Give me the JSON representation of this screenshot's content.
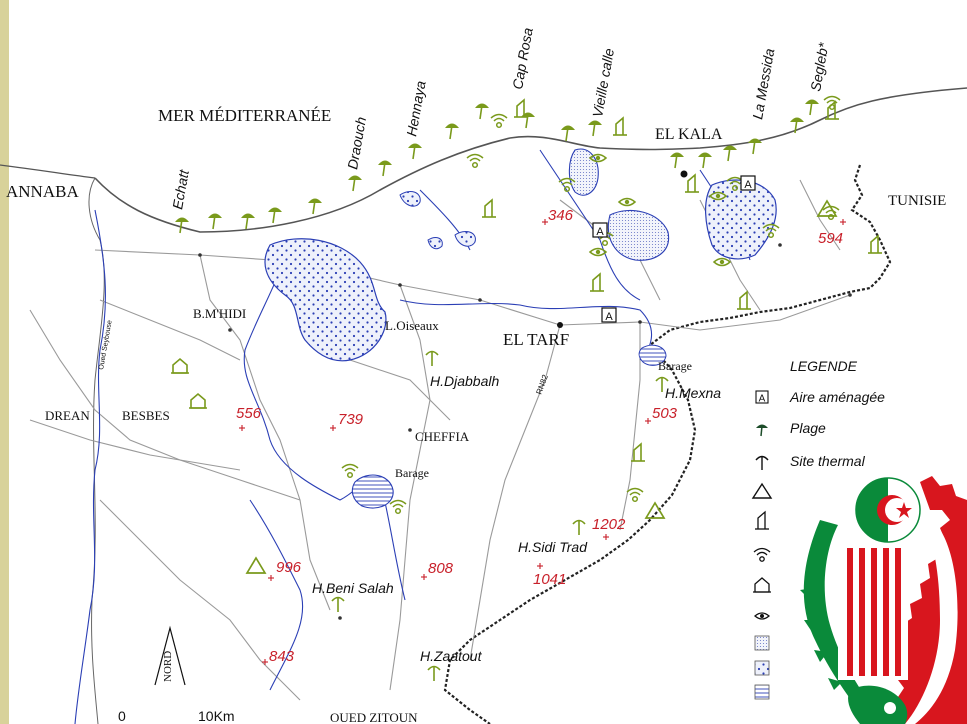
{
  "map": {
    "sea_label": "MER MÉDITERRANÉE",
    "cities": [
      {
        "id": "annaba",
        "name": "ANNABA"
      },
      {
        "id": "el-kala",
        "name": "EL KALA"
      },
      {
        "id": "tunisie",
        "name": "TUNISIE"
      },
      {
        "id": "el-tarf",
        "name": "EL TARF"
      },
      {
        "id": "bmhidi",
        "name": "B.M'HIDI"
      },
      {
        "id": "loiseaux",
        "name": "L.Oiseaux"
      },
      {
        "id": "drean",
        "name": "DREAN"
      },
      {
        "id": "besbes",
        "name": "BESBES"
      },
      {
        "id": "cheffia",
        "name": "CHEFFIA"
      },
      {
        "id": "barage-1",
        "name": "Barage"
      },
      {
        "id": "barage-2",
        "name": "Barage"
      },
      {
        "id": "oued-zitoun",
        "name": "OUED ZITOUN"
      },
      {
        "id": "oued-seybouse",
        "name": "Oued Seybouse"
      },
      {
        "id": "rn82",
        "name": "RN82"
      }
    ],
    "beaches": [
      {
        "id": "echatt",
        "name": "Echatt"
      },
      {
        "id": "draouch",
        "name": "Draouch"
      },
      {
        "id": "hennaya",
        "name": "Hennaya"
      },
      {
        "id": "cap-rosa",
        "name": "Cap Rosa"
      },
      {
        "id": "vieille-calle",
        "name": "Vieille calle"
      },
      {
        "id": "la-messida",
        "name": "La Messida"
      },
      {
        "id": "segleb",
        "name": "Segleb*"
      }
    ],
    "thermal_sites": [
      {
        "id": "djabbalh",
        "name": "H.Djabbalh"
      },
      {
        "id": "mexna",
        "name": "H.Mexna"
      },
      {
        "id": "sidi-trad",
        "name": "H.Sidi Trad"
      },
      {
        "id": "beni-salah",
        "name": "H.Beni Salah"
      },
      {
        "id": "zaatout",
        "name": "H.Zaatout"
      }
    ],
    "elevations": [
      "346",
      "594",
      "556",
      "739",
      "503",
      "1202",
      "996",
      "808",
      "1041",
      "843"
    ],
    "north_label": "NORD",
    "scale": {
      "start": "0",
      "end": "10Km"
    },
    "colors": {
      "symbols": "#7a9a1c",
      "water": "#2b3fb5",
      "elevation": "#c8202a",
      "roads": "#9a9a9a"
    }
  },
  "legend": {
    "title": "LEGENDE",
    "items": [
      {
        "icon": "rest-area-icon",
        "glyph": "A",
        "label": "Aire aménagée"
      },
      {
        "icon": "beach-umbrella-icon",
        "label": "Plage"
      },
      {
        "icon": "thermal-site-icon",
        "label": "Site thermal"
      },
      {
        "icon": "camping-tent-icon",
        "label": ""
      },
      {
        "icon": "hotel-building-icon",
        "label": ""
      },
      {
        "icon": "spring-icon",
        "label": ""
      },
      {
        "icon": "house-icon",
        "label": ""
      },
      {
        "icon": "viewpoint-eye-icon",
        "label": ""
      },
      {
        "icon": "lake-swatch-icon",
        "label": ""
      },
      {
        "icon": "forest-swatch-icon",
        "label": ""
      },
      {
        "icon": "dam-swatch-icon",
        "label": ""
      }
    ]
  },
  "emblem": {
    "name": "algerian-ministry-emblem",
    "colors": {
      "green": "#0a8a3a",
      "red": "#d8161e"
    }
  }
}
